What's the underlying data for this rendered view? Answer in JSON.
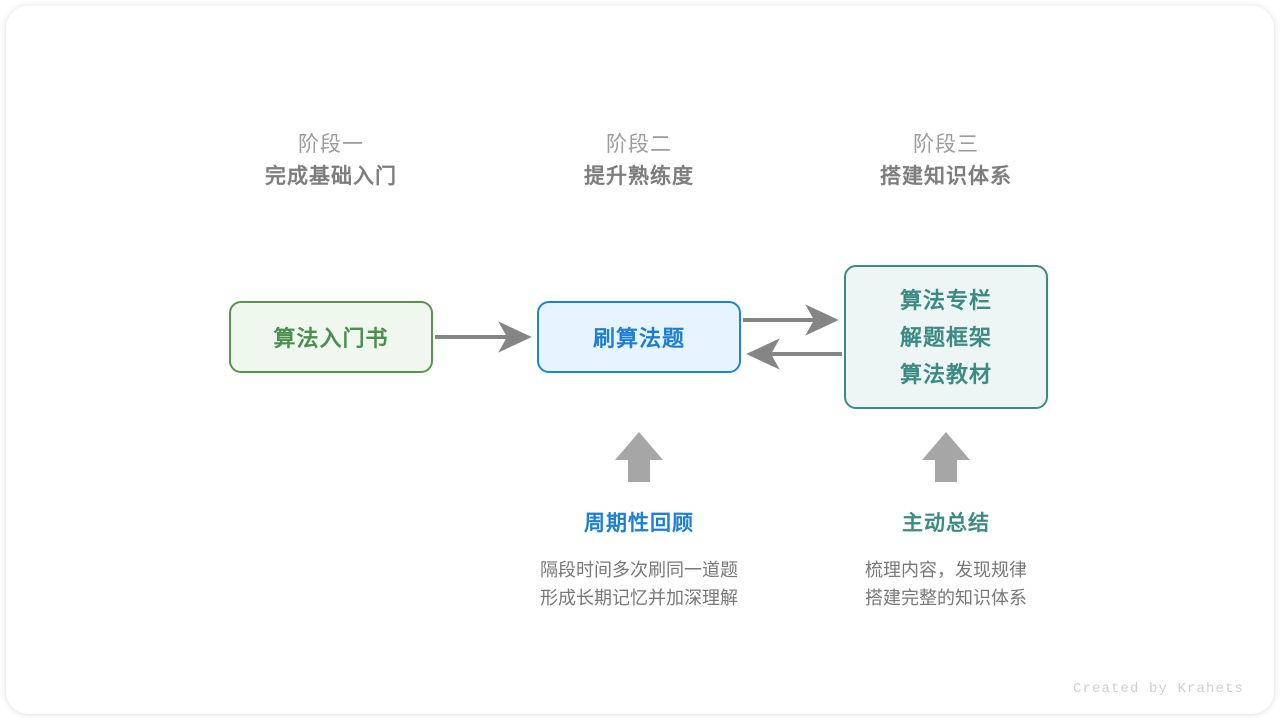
{
  "canvas": {
    "background": "#ffffff",
    "card_radius": "22px"
  },
  "stages": [
    {
      "sub": "阶段一",
      "title": "完成基础入门"
    },
    {
      "sub": "阶段二",
      "title": "提升熟练度"
    },
    {
      "sub": "阶段三",
      "title": "搭建知识体系"
    }
  ],
  "nodes": {
    "green": {
      "label": "算法入门书",
      "border_color": "#57954f",
      "fill_color": "#f0f7ef",
      "text_color": "#4a8f4e"
    },
    "blue": {
      "label": "刷算法题",
      "border_color": "#1c84d6",
      "fill_color": "#e8f4fd",
      "text_color": "#1c7fd0"
    },
    "teal": {
      "lines": [
        "算法专栏",
        "解题框架",
        "算法教材"
      ],
      "border_color": "#3b8b82",
      "fill_color": "#eef6f5",
      "text_color": "#3b8b82"
    }
  },
  "connectors": {
    "color": "#858585",
    "arrow_green_to_blue": "arrow-right-icon",
    "arrow_blue_to_teal": "arrow-right-icon",
    "arrow_teal_to_blue": "arrow-left-icon",
    "arrow_up_left": "arrow-up-icon",
    "arrow_up_right": "arrow-up-icon"
  },
  "notes": [
    {
      "title": "周期性回顾",
      "color": "#1c7fd0",
      "body_line1": "隔段时间多次刷同一道题",
      "body_line2": "形成长期记忆并加深理解"
    },
    {
      "title": "主动总结",
      "color": "#3b8b82",
      "body_line1": "梳理内容，发现规律",
      "body_line2": "搭建完整的知识体系"
    }
  ],
  "footer": {
    "credit": "Created by Krahets"
  }
}
